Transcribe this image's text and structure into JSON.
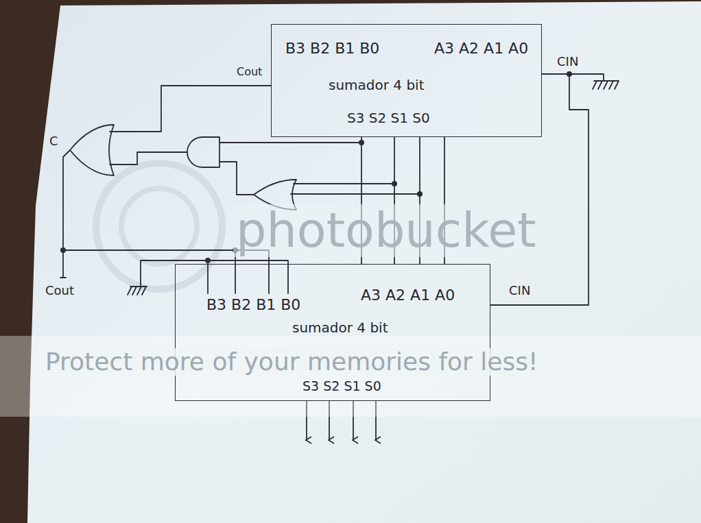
{
  "diagram": {
    "nodes": [
      {
        "text": [
          "B3 B2 B1 B0",
          "A3 A2 A1 A0",
          "sumador 4 bit",
          "S3 S2 S1 S0"
        ]
      },
      {
        "text": [
          "B3 B2 B1 B0",
          "A3 A2 A1 A0",
          "sumador 4 bit",
          "S3 S2 S1 S0"
        ]
      }
    ],
    "edges": [
      {
        "from": 0,
        "to": 1,
        "arrow": "none"
      },
      {
        "from": 0,
        "to": 1,
        "arrow": "none"
      },
      {
        "from": 0,
        "to": 1,
        "arrow": "none"
      },
      {
        "from": 0,
        "to": 1,
        "arrow": "none"
      }
    ],
    "labels": [
      "Cout",
      "CIN",
      "C",
      "Cout",
      "CIN",
      "photobucket",
      "Protect more of your memories for less!"
    ]
  }
}
